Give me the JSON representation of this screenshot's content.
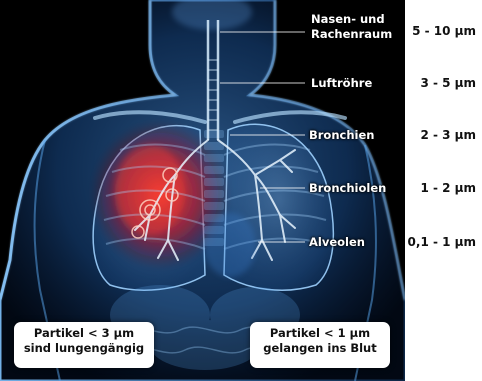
{
  "labels": {
    "nose": [
      "Nasen- und",
      "Rachenraum"
    ],
    "trachea": "Luftröhre",
    "bronchi": "Bronchien",
    "bronchioles": "Bronchiolen",
    "alveoli": "Alveolen"
  },
  "sizes": {
    "nose": "5 - 10 µm",
    "trachea": "3 - 5 µm",
    "bronchi": "2 - 3 µm",
    "bronchioles": "1 - 2 µm",
    "alveoli": "0,1 - 1 µm"
  },
  "notes": {
    "left": [
      "Partikel < 3 µm",
      "sind lungengängig"
    ],
    "right": [
      "Partikel < 1 µm",
      "gelangen ins Blut"
    ]
  },
  "colors": {
    "body_glow": "#3f8ce0",
    "inflammation": "#e0202a",
    "background": "#000000"
  }
}
